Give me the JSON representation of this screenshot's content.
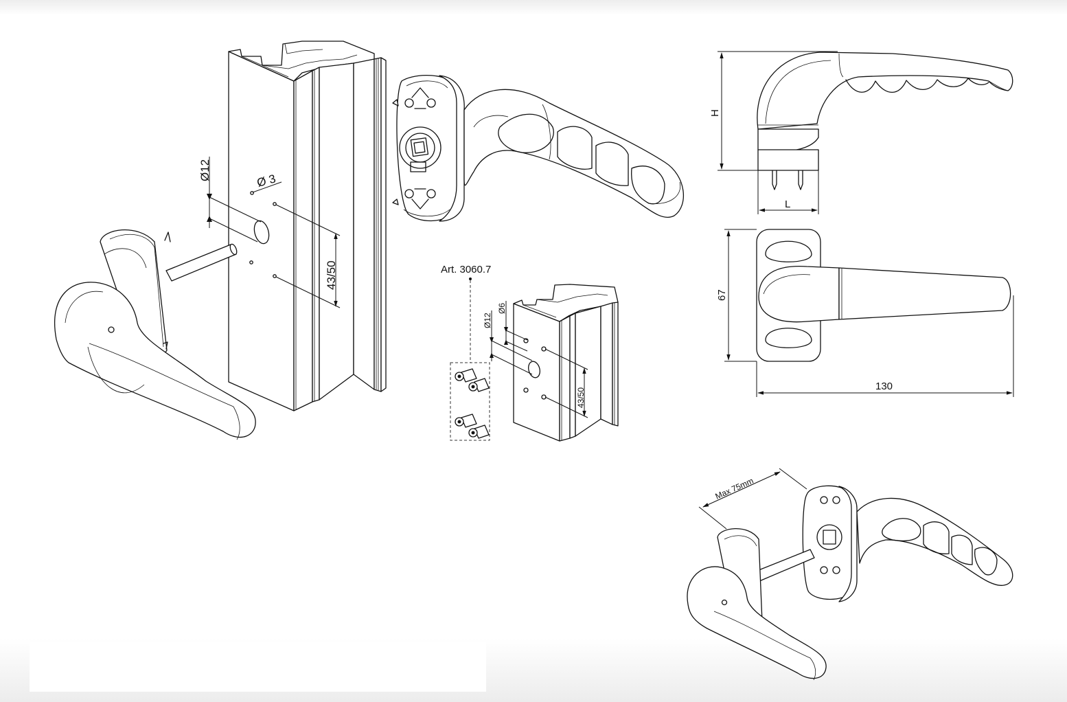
{
  "labels": {
    "hole_large_diameter": "Ø12",
    "hole_small_diameter": "Ø 3",
    "hole_spacing": "43/50",
    "article_ref": "Art. 3060.7",
    "insert_small_diameter": "Ø6",
    "insert_large_diameter": "Ø12",
    "insert_spacing": "43/50",
    "height": "H",
    "length": "L",
    "plate_height": "67",
    "overall_length": "130",
    "max_thickness": "Max 75mm"
  }
}
